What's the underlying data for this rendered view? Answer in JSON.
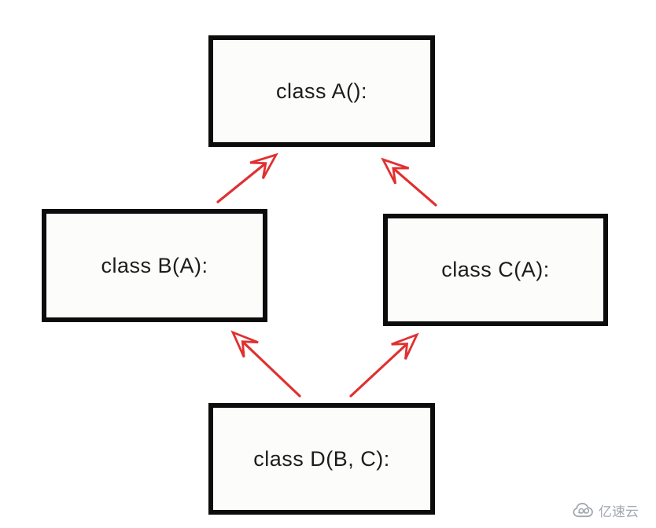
{
  "diagram": {
    "type": "class-inheritance-diagram",
    "nodes": [
      {
        "id": "A",
        "label": "class A():"
      },
      {
        "id": "B",
        "label": "class B(A):"
      },
      {
        "id": "C",
        "label": "class C(A):"
      },
      {
        "id": "D",
        "label": "class D(B, C):"
      }
    ],
    "edges": [
      {
        "from": "B",
        "to": "A"
      },
      {
        "from": "C",
        "to": "A"
      },
      {
        "from": "D",
        "to": "B"
      },
      {
        "from": "D",
        "to": "C"
      }
    ],
    "colors": {
      "arrow": "#e03030",
      "box_border": "#0c0c0c",
      "box_fill": "#fcfcfb",
      "text": "#1c1c1c",
      "background": "#ffffff"
    }
  },
  "watermark": {
    "text": "亿速云",
    "icon": "cloud-logo-icon",
    "color": "#a2a9b0"
  }
}
